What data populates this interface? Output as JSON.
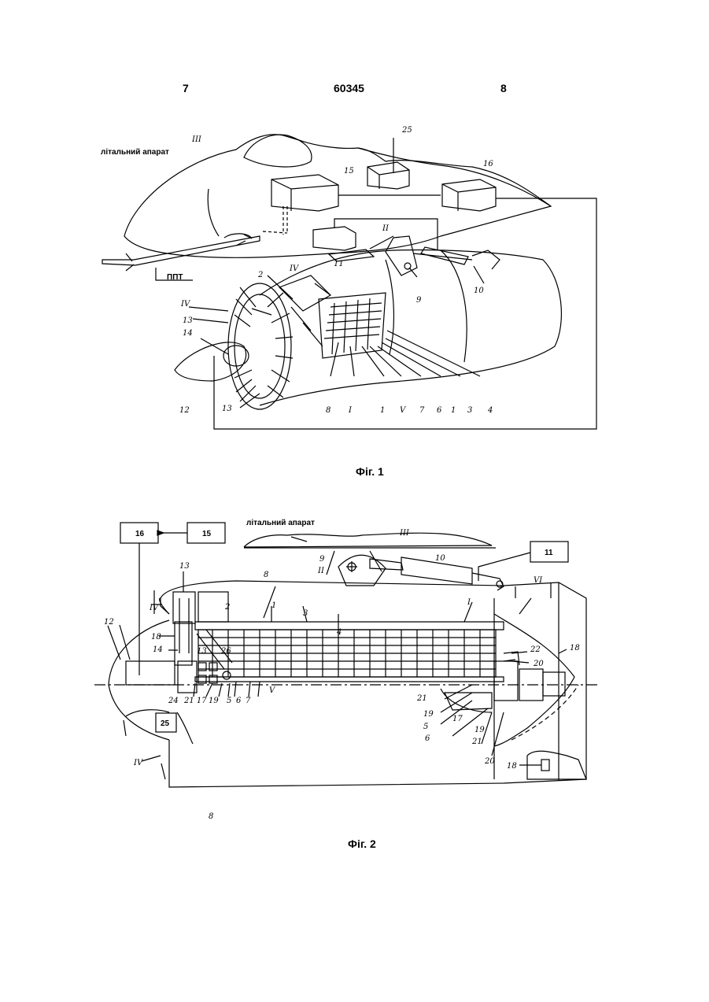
{
  "header": {
    "left_page": "7",
    "doc_number": "60345",
    "right_page": "8"
  },
  "fig1": {
    "caption": "Фіг. 1",
    "aircraft_label": "літальний апарат",
    "missile_label": "ППТ",
    "roman": {
      "III": "III",
      "II": "II",
      "IV_top": "IV",
      "IV_left": "IV",
      "I": "I",
      "V": "V"
    },
    "nums": {
      "n25": "25",
      "n15": "15",
      "n16": "16",
      "n11": "11",
      "n2": "2",
      "n13a": "13",
      "n14": "14",
      "n12": "12",
      "n13b": "13",
      "n9": "9",
      "n10": "10",
      "n8": "8",
      "n1a": "1",
      "n7": "7",
      "n6": "6",
      "n1b": "1",
      "n3": "3",
      "n4": "4"
    }
  },
  "fig2": {
    "caption": "Фіг. 2",
    "aircraft_label": "літальний апарат",
    "boxes": {
      "b16": "16",
      "b15": "15",
      "b11": "11",
      "b25": "25"
    },
    "roman": {
      "III": "III",
      "II": "II",
      "IV": "IV",
      "I": "I",
      "V": "V",
      "VI": "VI",
      "IV_low": "IV"
    },
    "nums": {
      "n9": "9",
      "n10": "10",
      "n8top": "8",
      "n2": "2",
      "n1": "1",
      "n3": "3",
      "n4": "4",
      "n13": "13",
      "n18": "18",
      "n14": "14",
      "n12": "12",
      "n13b": "13",
      "n26": "26",
      "n24": "24",
      "n2117": "21 17",
      "n19": "19",
      "n5": "5",
      "n6": "6",
      "n7": "7",
      "n22": "22",
      "n20": "20",
      "n18r": "18",
      "n21a": "21",
      "n19b": "19",
      "n5b": "5",
      "n6b": "6",
      "n17b": "17",
      "n19c": "19",
      "n21b": "21",
      "n20b": "20",
      "n18b": "18",
      "n8b": "8"
    }
  }
}
